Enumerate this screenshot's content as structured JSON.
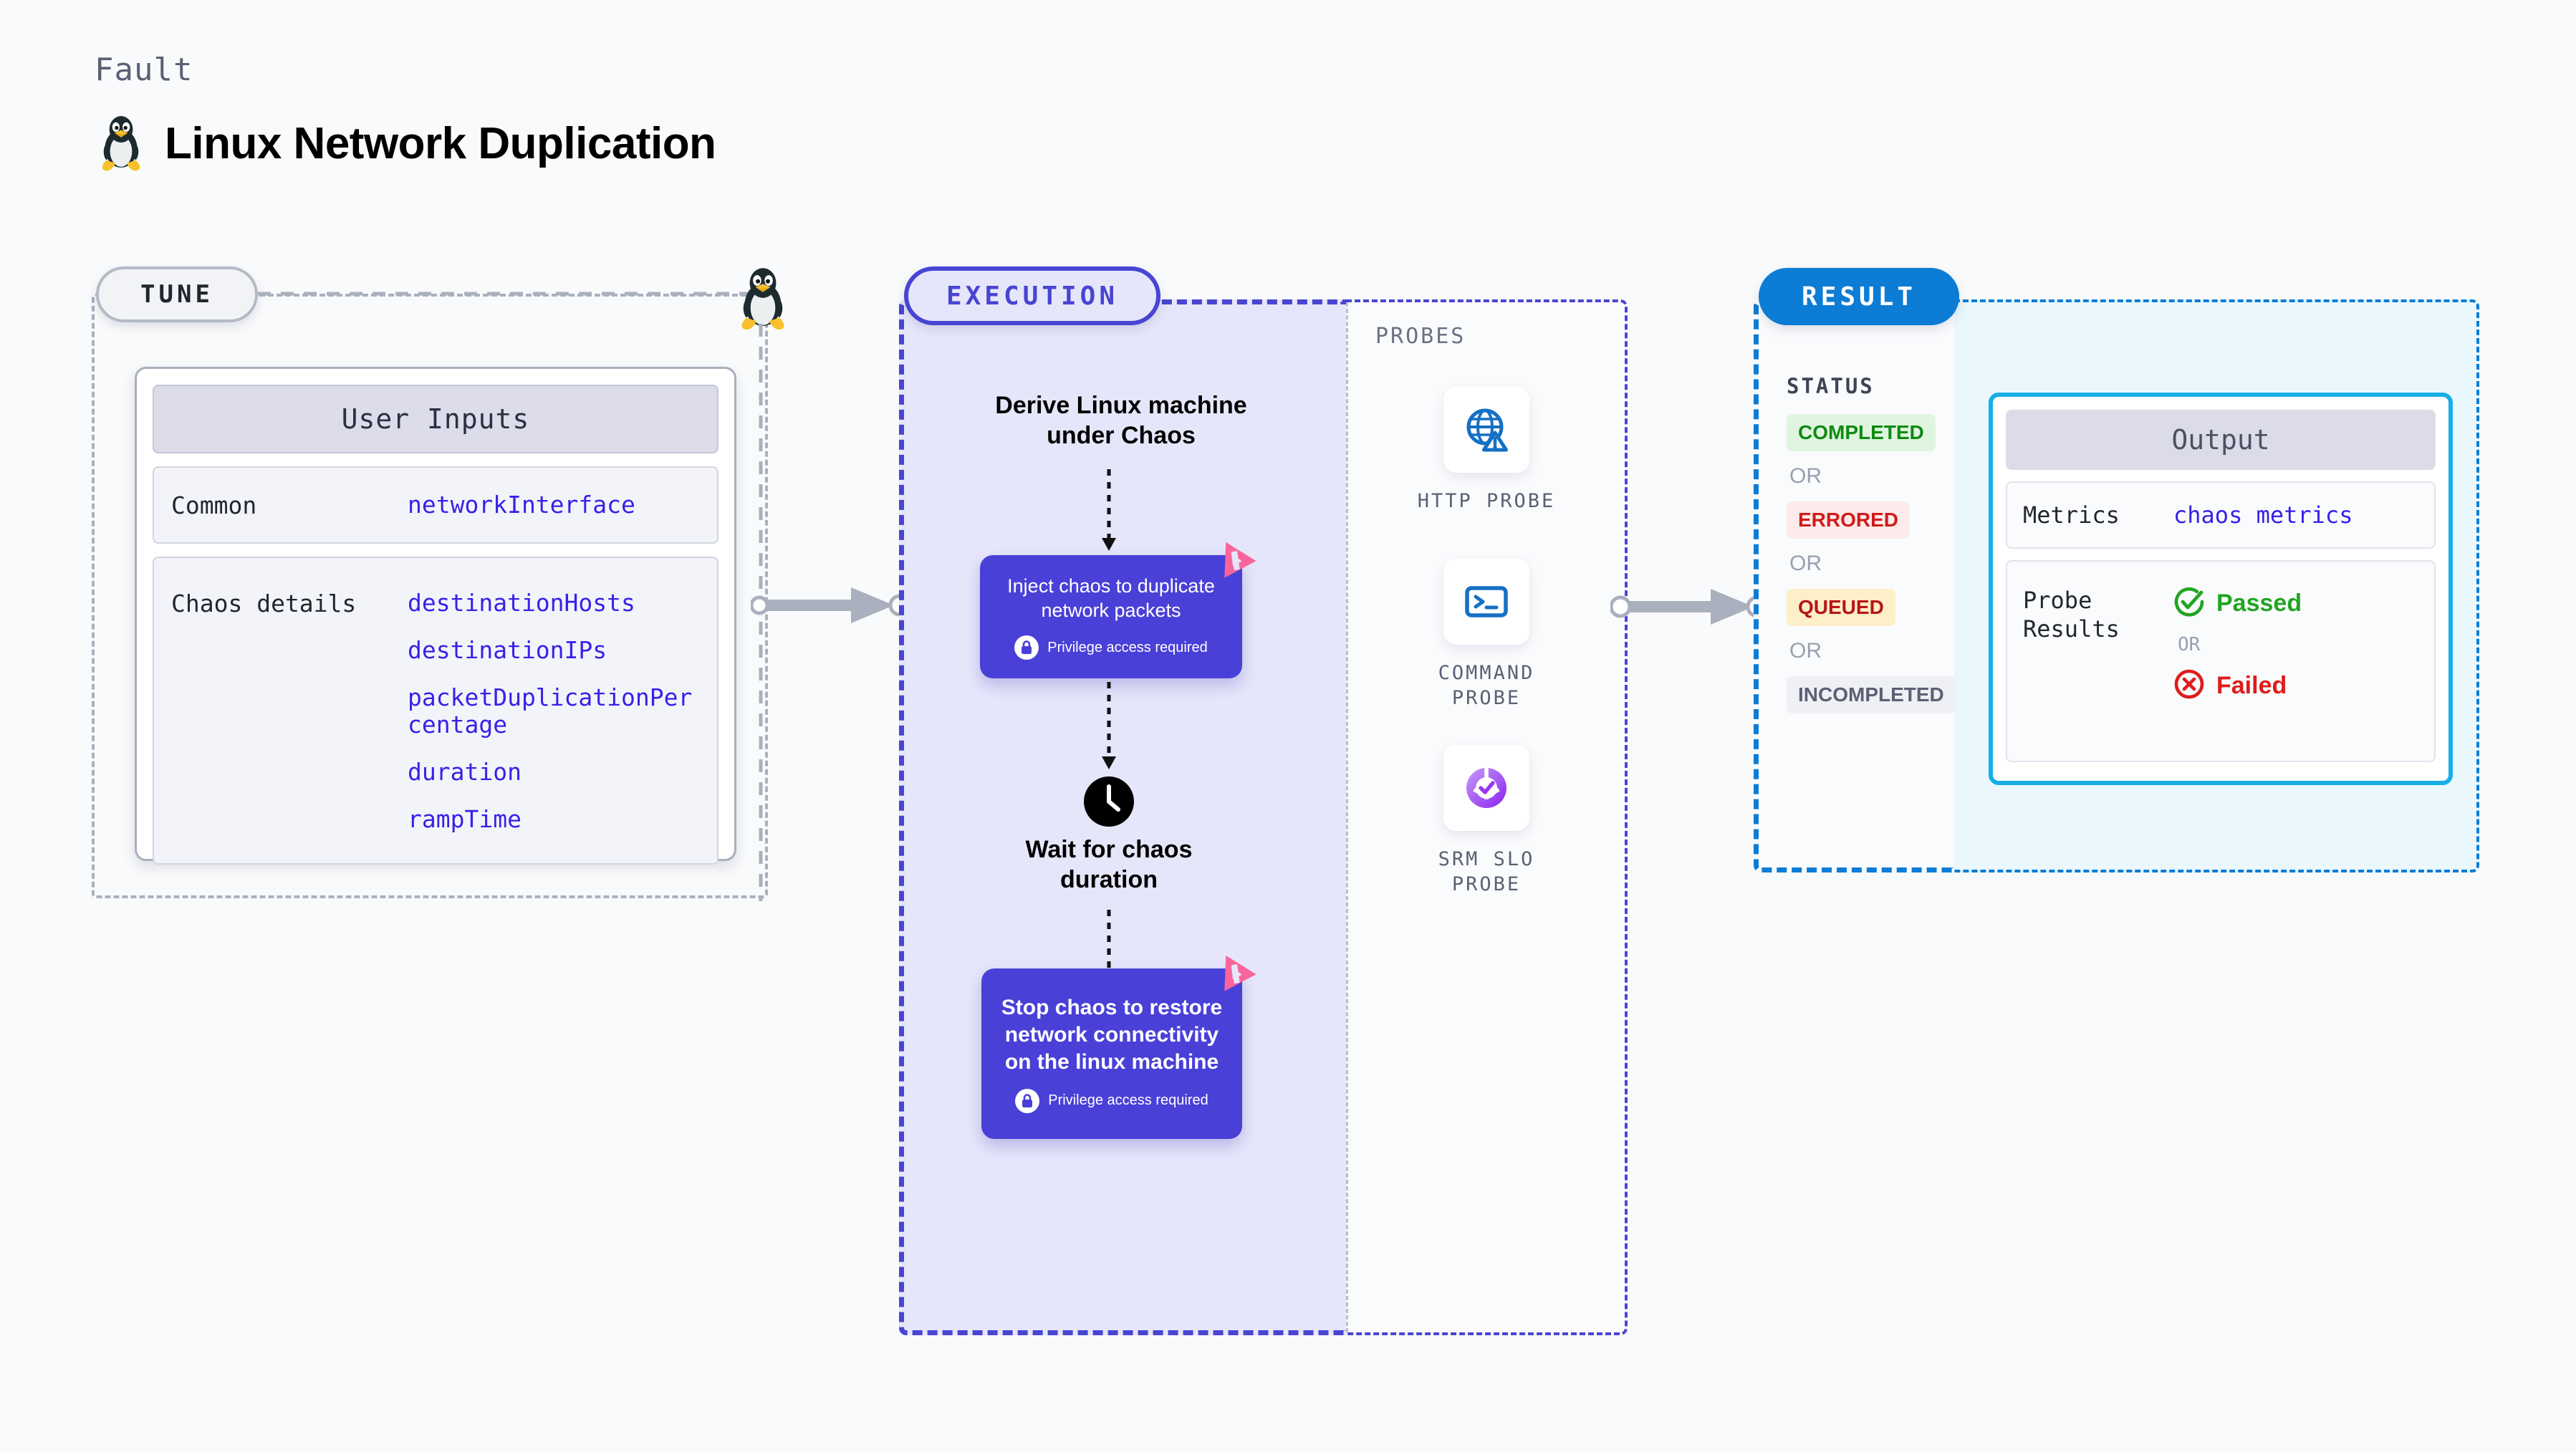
{
  "header": {
    "eyebrow": "Fault",
    "title": "Linux Network Duplication",
    "icon": "linux-tux-icon"
  },
  "tune": {
    "pill_label": "TUNE",
    "card_title": "User Inputs",
    "rows": [
      {
        "key": "Common",
        "values": [
          "networkInterface"
        ]
      },
      {
        "key": "Chaos details",
        "values": [
          "destinationHosts",
          "destinationIPs",
          "packetDuplicationPercentage",
          "duration",
          "rampTime"
        ]
      }
    ],
    "edge_icon": "linux-tux-icon"
  },
  "execution": {
    "pill_label": "EXECUTION",
    "steps": [
      {
        "type": "title",
        "text": "Derive Linux machine under Chaos"
      },
      {
        "type": "chaos-card",
        "text": "Inject chaos to duplicate network packets",
        "privilege": "Privilege access required",
        "badge": "chaos-badge-icon"
      },
      {
        "type": "wait",
        "icon": "clock-icon",
        "text": "Wait for chaos duration"
      },
      {
        "type": "chaos-card",
        "text": "Stop chaos to restore network connectivity on the linux machine",
        "privilege": "Privilege access required",
        "badge": "chaos-badge-icon"
      }
    ]
  },
  "probes": {
    "title": "PROBES",
    "items": [
      {
        "label": "HTTP PROBE",
        "icon": "globe-warning-icon"
      },
      {
        "label": "COMMAND PROBE",
        "icon": "terminal-icon"
      },
      {
        "label": "SRM SLO PROBE",
        "icon": "srm-slo-icon"
      }
    ]
  },
  "result": {
    "pill_label": "RESULT",
    "status_title": "STATUS",
    "or_label": "OR",
    "statuses": [
      {
        "label": "COMPLETED",
        "style": "st-completed"
      },
      {
        "label": "ERRORED",
        "style": "st-errored"
      },
      {
        "label": "QUEUED",
        "style": "st-queued"
      },
      {
        "label": "INCOMPLETED",
        "style": "st-incomplete"
      }
    ]
  },
  "output": {
    "card_title": "Output",
    "metrics_key": "Metrics",
    "metrics_value": "chaos metrics",
    "probe_results_key": "Probe Results",
    "or_label": "OR",
    "passed_label": "Passed",
    "failed_label": "Failed"
  },
  "colors": {
    "accent_indigo": "#4845d2",
    "accent_blue": "#0c7cd5",
    "accent_cyan": "#17aee8",
    "chaos_pink": "#f9659a",
    "link_blue": "#3722e8",
    "page_bg": "#f9fafb"
  }
}
